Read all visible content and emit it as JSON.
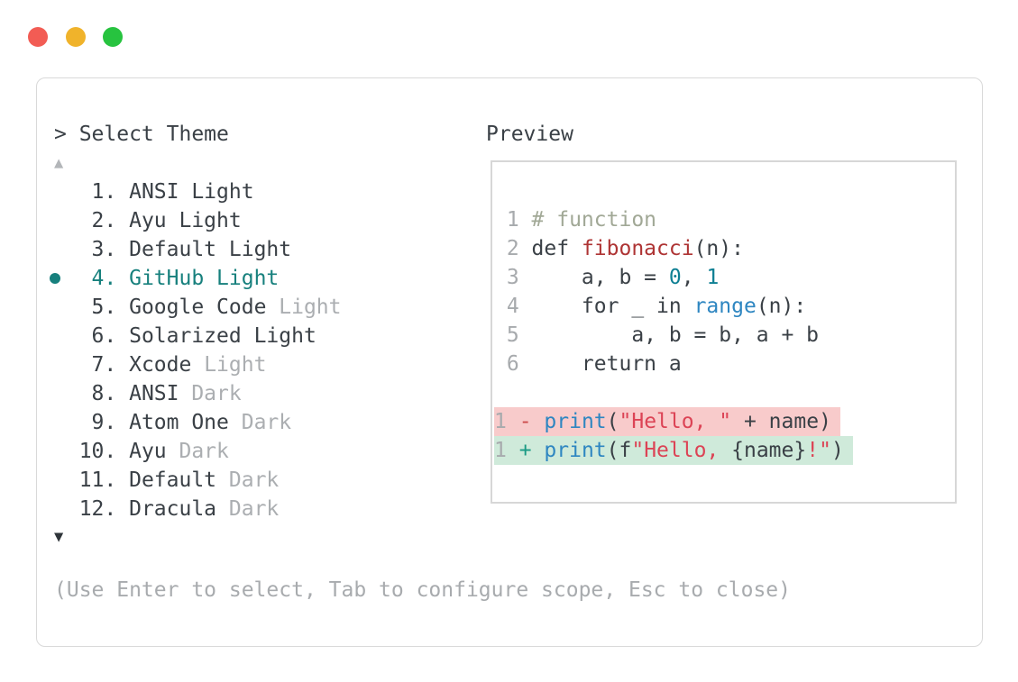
{
  "palette": {
    "dark": "#3a4046",
    "muted": "#abaeb1",
    "linenum": "#a7aaad",
    "teal": "#17807d",
    "comment": "#a1a896",
    "func": "#ae3434",
    "string": "#dc4355",
    "builtin": "#2e86c1",
    "number": "#0e7f93",
    "del_sign": "#cc4b4b",
    "add_sign": "#1a9a84",
    "diff_del_bg": "#f8cbcb",
    "diff_add_bg": "#cfeada"
  },
  "window": {
    "traffic_lights": [
      {
        "name": "close",
        "color": "#f25c54"
      },
      {
        "name": "minimize",
        "color": "#f0b32b"
      },
      {
        "name": "zoom",
        "color": "#27c33f"
      }
    ]
  },
  "picker": {
    "title": "> Select Theme",
    "scroll_up_icon": "▲",
    "scroll_down_icon": "▼",
    "items": [
      {
        "number": 1,
        "name": "ANSI Light",
        "muted": "",
        "selected": false
      },
      {
        "number": 2,
        "name": "Ayu Light",
        "muted": "",
        "selected": false
      },
      {
        "number": 3,
        "name": "Default Light",
        "muted": "",
        "selected": false
      },
      {
        "number": 4,
        "name": "GitHub Light",
        "muted": "",
        "selected": true
      },
      {
        "number": 5,
        "name": "Google Code",
        "muted": "Light",
        "selected": false
      },
      {
        "number": 6,
        "name": "Solarized Light",
        "muted": "",
        "selected": false
      },
      {
        "number": 7,
        "name": "Xcode",
        "muted": "Light",
        "selected": false
      },
      {
        "number": 8,
        "name": "ANSI",
        "muted": "Dark",
        "selected": false
      },
      {
        "number": 9,
        "name": "Atom One",
        "muted": "Dark",
        "selected": false
      },
      {
        "number": 10,
        "name": "Ayu",
        "muted": "Dark",
        "selected": false
      },
      {
        "number": 11,
        "name": "Default",
        "muted": "Dark",
        "selected": false
      },
      {
        "number": 12,
        "name": "Dracula",
        "muted": "Dark",
        "selected": false
      }
    ],
    "footer_hint": "(Use Enter to select, Tab to configure scope, Esc to close)"
  },
  "preview": {
    "title": "Preview",
    "code_lines": [
      {
        "num": "1",
        "tokens": [
          {
            "t": "# function",
            "c": "comment"
          }
        ]
      },
      {
        "num": "2",
        "tokens": [
          {
            "t": "def ",
            "c": "dark"
          },
          {
            "t": "fibonacci",
            "c": "func"
          },
          {
            "t": "(n):",
            "c": "dark"
          }
        ]
      },
      {
        "num": "3",
        "tokens": [
          {
            "t": "    a, b = ",
            "c": "dark"
          },
          {
            "t": "0",
            "c": "number"
          },
          {
            "t": ", ",
            "c": "dark"
          },
          {
            "t": "1",
            "c": "number"
          }
        ]
      },
      {
        "num": "4",
        "tokens": [
          {
            "t": "    for _ in ",
            "c": "dark"
          },
          {
            "t": "range",
            "c": "builtin"
          },
          {
            "t": "(n):",
            "c": "dark"
          }
        ]
      },
      {
        "num": "5",
        "tokens": [
          {
            "t": "        a, b = b, a + b",
            "c": "dark"
          }
        ]
      },
      {
        "num": "6",
        "tokens": [
          {
            "t": "    return a",
            "c": "dark"
          }
        ]
      }
    ],
    "diff_lines": [
      {
        "num": "1",
        "bg_key": "diff_del_bg",
        "tokens": [
          {
            "t": "- ",
            "c": "del_sign"
          },
          {
            "t": "print",
            "c": "builtin"
          },
          {
            "t": "(",
            "c": "dark"
          },
          {
            "t": "\"Hello, \"",
            "c": "string"
          },
          {
            "t": " + name)",
            "c": "dark"
          }
        ]
      },
      {
        "num": "1",
        "bg_key": "diff_add_bg",
        "tokens": [
          {
            "t": "+ ",
            "c": "add_sign"
          },
          {
            "t": "print",
            "c": "builtin"
          },
          {
            "t": "(f",
            "c": "dark"
          },
          {
            "t": "\"Hello, ",
            "c": "string"
          },
          {
            "t": "{name}",
            "c": "dark"
          },
          {
            "t": "!\"",
            "c": "string"
          },
          {
            "t": ")",
            "c": "dark"
          }
        ]
      }
    ]
  }
}
